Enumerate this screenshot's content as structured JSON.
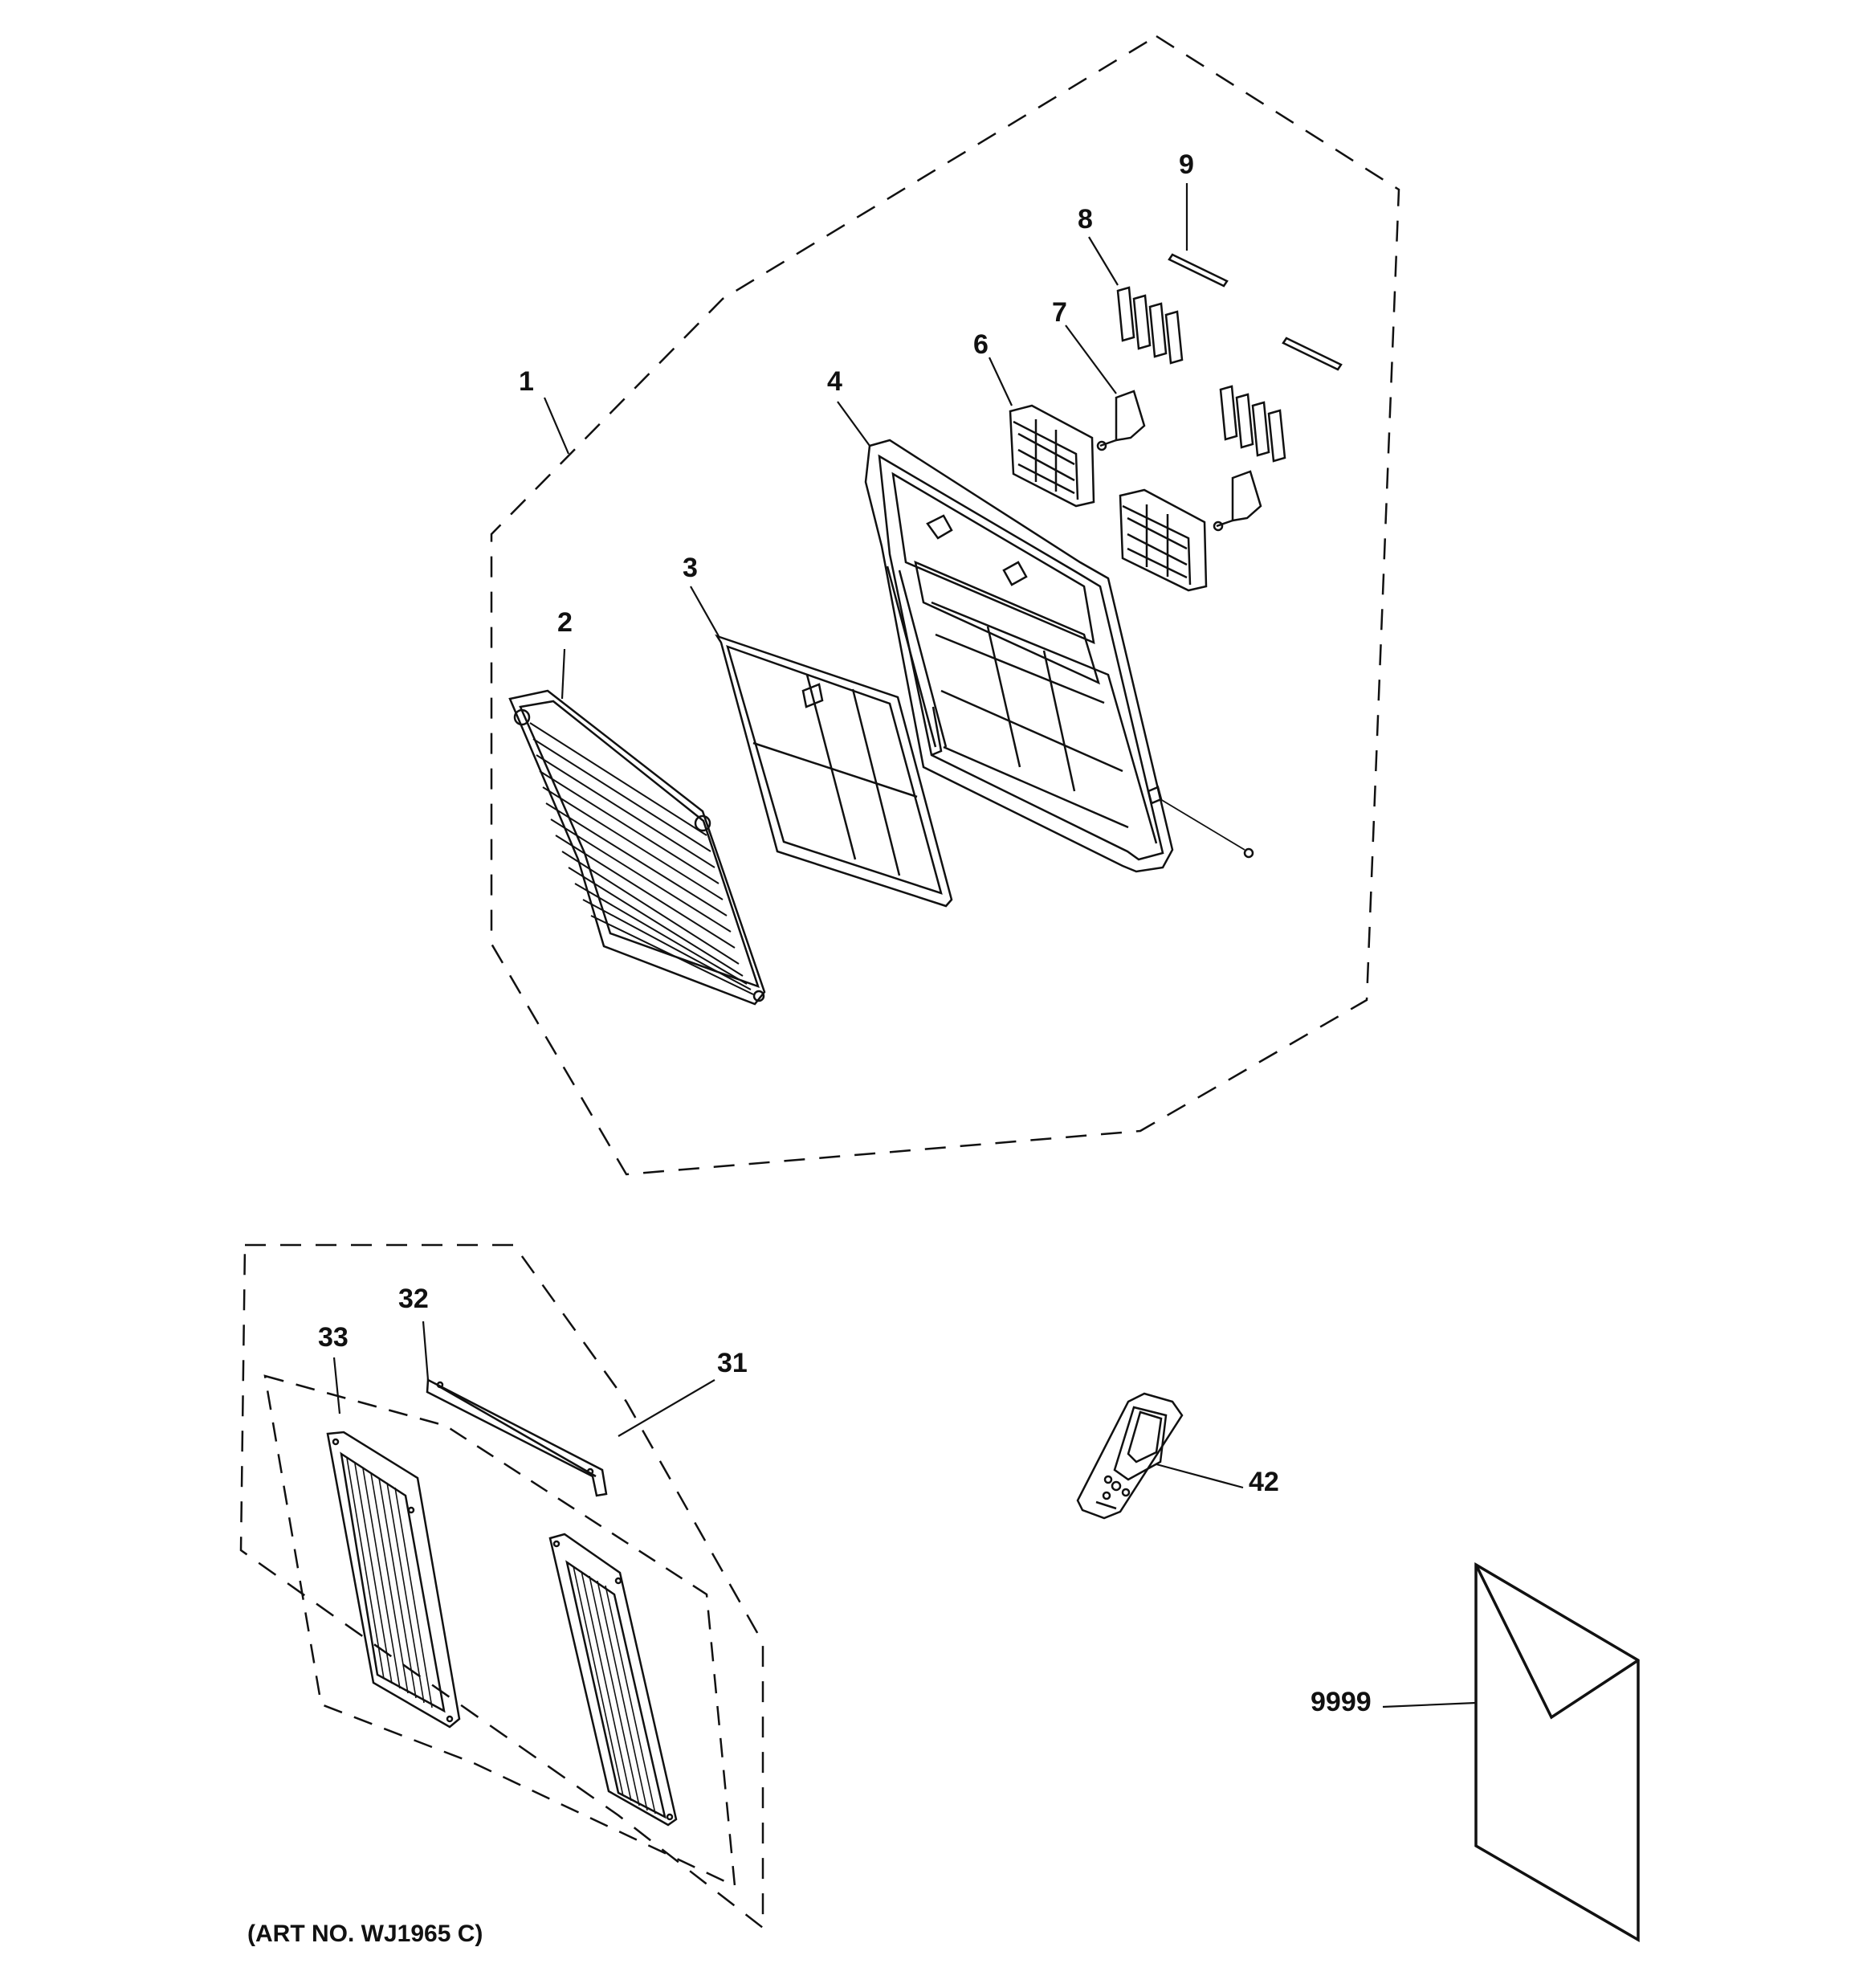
{
  "callouts": {
    "c1": "1",
    "c2": "2",
    "c3": "3",
    "c4": "4",
    "c6": "6",
    "c7": "7",
    "c8": "8",
    "c9": "9",
    "c31": "31",
    "c32": "32",
    "c33": "33",
    "c42": "42",
    "c9999": "9999"
  },
  "art_number": "(ART NO. WJ1965 C)",
  "colors": {
    "line": "#111111",
    "background": "#ffffff"
  }
}
